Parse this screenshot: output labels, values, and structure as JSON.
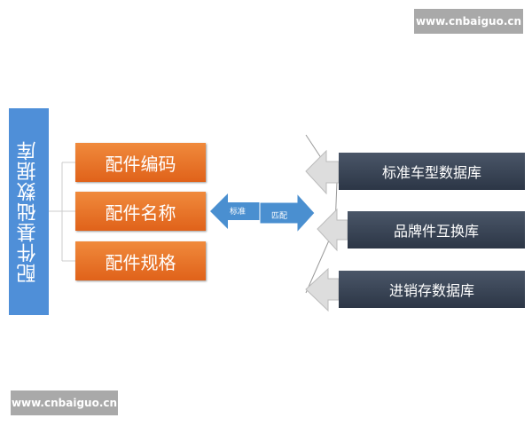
{
  "watermark_top": "www.cnbaiguo.cn",
  "watermark_bottom": "www.cnbaiguo.cn",
  "main_bar": "配件基础数据库",
  "fields": [
    "配件编码",
    "配件名称",
    "配件规格"
  ],
  "arrows": {
    "left_label": "标准",
    "right_label": "匹配"
  },
  "databases": [
    "标准车型数据库",
    "品牌件互换库",
    "进销存数据库"
  ],
  "colors": {
    "main_bar": "#4f8fd8",
    "fields": "#e8742a",
    "databases": "#3a4556",
    "arrows": "#4a8fd0"
  }
}
